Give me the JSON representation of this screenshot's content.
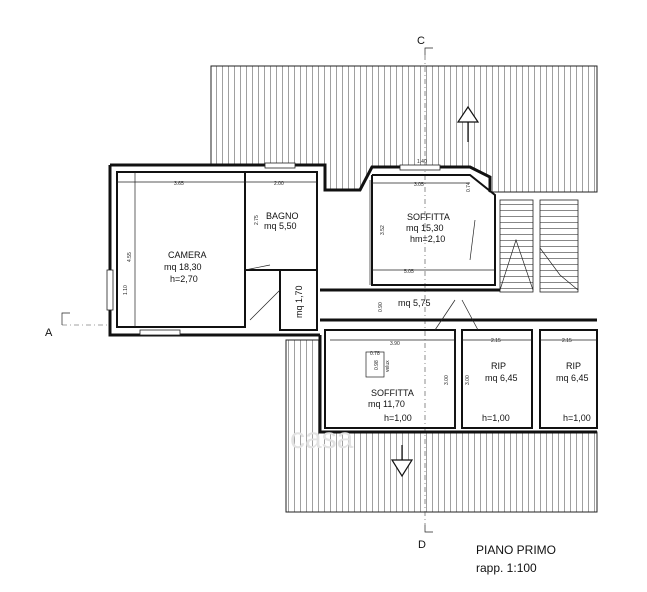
{
  "rooms": {
    "camera": {
      "name": "CAMERA",
      "area": "mq 18,30",
      "height": "h=2,70",
      "dim_w": "3.65",
      "dim_h": "4.55",
      "dim_win": "1.10"
    },
    "bagno": {
      "name": "BAGNO",
      "area": "mq 5,50",
      "dim_w": "2.00",
      "dim_h": "2.75"
    },
    "soffitta_top": {
      "name": "SOFFITTA",
      "area": "mq 15,30",
      "height": "hm=2,10",
      "dim_w": "3.05",
      "dim_h": "3.52",
      "dim_win": "1.40",
      "dim_side": "0.74",
      "dim_long": "5.05"
    },
    "disimpegno": {
      "area": "mq 1,70"
    },
    "corridoio": {
      "area": "mq 5,75",
      "dim_h": "0.90"
    },
    "soffitta_bottom": {
      "name": "SOFFITTA",
      "area": "mq 11,70",
      "height": "h=1,00",
      "dim_w": "3.90",
      "dim_h": "3.00",
      "velux": "velux",
      "velux_w": "0.78",
      "velux_h": "0.98"
    },
    "rip_left": {
      "name": "RIP",
      "area": "mq 6,45",
      "height": "h=1,00",
      "dim_w": "2.15",
      "dim_h": "3.00"
    },
    "rip_right": {
      "name": "RIP",
      "area": "mq 6,45",
      "height": "h=1,00",
      "dim_w": "2.15"
    }
  },
  "sections": {
    "a": "A",
    "c": "C",
    "d": "D"
  },
  "footer": {
    "title": "PIANO PRIMO",
    "scale": "rapp. 1:100"
  },
  "watermark": "casa"
}
